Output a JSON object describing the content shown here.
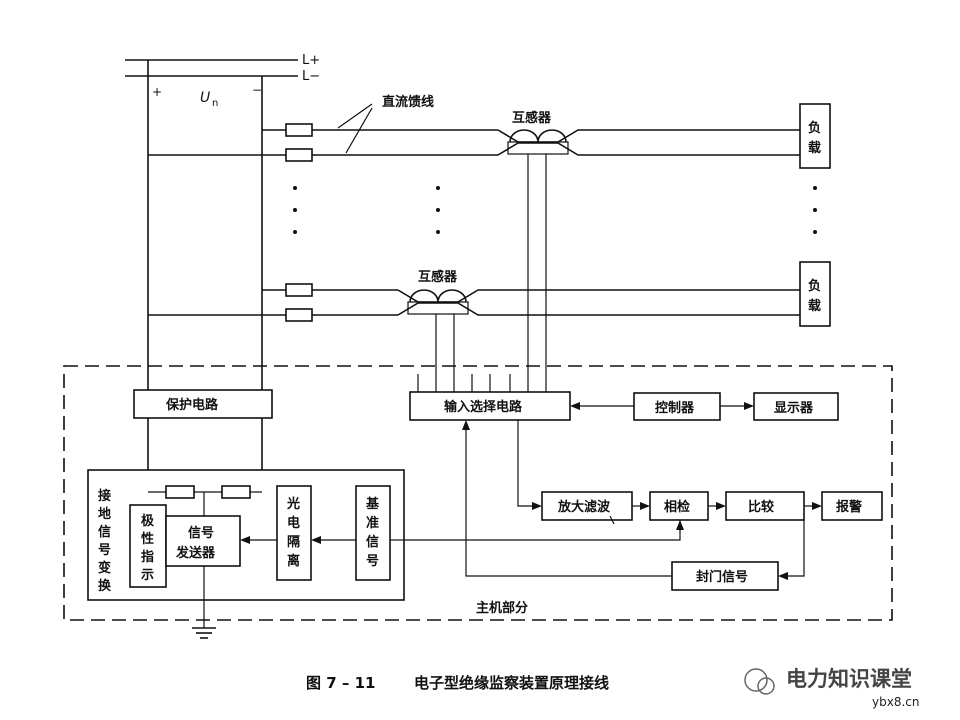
{
  "bus": {
    "positive": "L+",
    "negative": "L−",
    "plus": "+",
    "minus": "−",
    "voltage": "U",
    "voltage_sub": "n"
  },
  "feeder_label": "直流馈线",
  "transformer_label": "互感器",
  "load_label": [
    "负",
    "载"
  ],
  "host_label": "主机部分",
  "blocks": {
    "protection": "保护电路",
    "input_select": "输入选择电路",
    "controller": "控制器",
    "display": "显示器",
    "amp_filter": "放大滤波",
    "phase_detect": "相检",
    "compare": "比较",
    "alarm": "报警",
    "gate_signal": "封门信号",
    "signal_sender": [
      "信号",
      "发送器"
    ],
    "polarity": [
      "极",
      "性",
      "指",
      "示"
    ],
    "ground_conv": [
      "接",
      "地",
      "信",
      "号",
      "变",
      "换"
    ],
    "opto": [
      "光",
      "电",
      "隔",
      "离"
    ],
    "reference": [
      "基",
      "准",
      "信",
      "号"
    ]
  },
  "caption": {
    "number": "图 7 – 11",
    "title": "电子型绝缘监察装置原理接线"
  },
  "watermark": {
    "brand": "电力知识课堂",
    "site": "ybx8.cn"
  }
}
